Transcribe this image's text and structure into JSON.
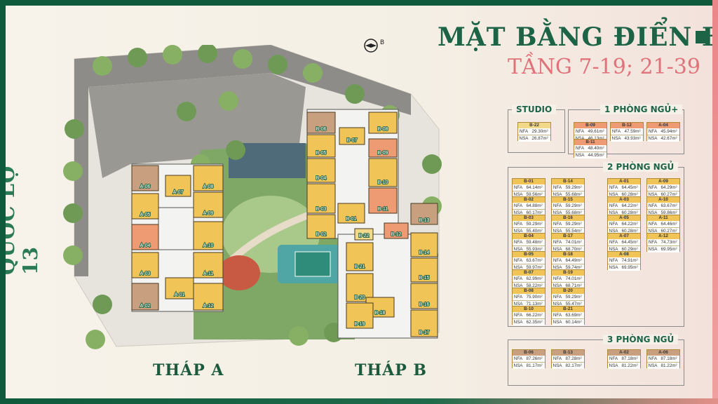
{
  "title": {
    "line1": "MẶT BẰNG ĐIỂN HÌNH",
    "line2": "TẦNG 7-19; 21-39"
  },
  "site": {
    "road_label": "QUỐC LỘ 13",
    "compass_label": "B",
    "tower_a_title": "THÁP A",
    "tower_b_title": "THÁP B",
    "units_a": [
      "A-06",
      "A-07",
      "A-08",
      "A-09",
      "A-05",
      "A-04",
      "A-10",
      "A-03",
      "A-11",
      "A-01",
      "A-02",
      "A-12"
    ],
    "units_b": [
      "B-06",
      "B-07",
      "B-08",
      "B-05",
      "B-09",
      "B-04",
      "B-10",
      "B-03",
      "B-11",
      "B-02",
      "B-01",
      "B-22",
      "B-12",
      "B-13",
      "B-14",
      "B-21",
      "B-15",
      "B-20",
      "B-16",
      "B-18",
      "B-19",
      "B-17"
    ]
  },
  "legend": {
    "studio": {
      "title": "STUDIO",
      "units": [
        {
          "code": "B-22",
          "nfa": "29.30m²",
          "nsa": "26.87m²"
        }
      ]
    },
    "one_br": {
      "title": "1 PHÒNG NGỦ+",
      "units": [
        {
          "code": "B-09",
          "nfa": "49.61m²",
          "nsa": "46.13m²"
        },
        {
          "code": "B-12",
          "nfa": "47.59m²",
          "nsa": "43.93m²"
        },
        {
          "code": "A-04",
          "nfa": "45.94m²",
          "nsa": "42.67m²"
        },
        {
          "code": "B-11",
          "nfa": "48.40m²",
          "nsa": "44.95m²"
        }
      ]
    },
    "two_br": {
      "title": "2 PHÒNG NGỦ",
      "units": [
        {
          "code": "B-01",
          "nfa": "64.14m²",
          "nsa": "59.56m²"
        },
        {
          "code": "B-14",
          "nfa": "59.29m²",
          "nsa": "55.68m²"
        },
        {
          "code": "A-01",
          "nfa": "64.45m²",
          "nsa": "60.28m²"
        },
        {
          "code": "A-09",
          "nfa": "64.29m²",
          "nsa": "60.27m²"
        },
        {
          "code": "B-02",
          "nfa": "64.88m²",
          "nsa": "60.17m²"
        },
        {
          "code": "B-15",
          "nfa": "59.29m²",
          "nsa": "55.68m²"
        },
        {
          "code": "A-03",
          "nfa": "64.22m²",
          "nsa": "60.28m²"
        },
        {
          "code": "A-10",
          "nfa": "63.67m²",
          "nsa": "59.86m²"
        },
        {
          "code": "B-03",
          "nfa": "59.29m²",
          "nsa": "55.40m²"
        },
        {
          "code": "B-16",
          "nfa": "59.29m²",
          "nsa": "55.54m²"
        },
        {
          "code": "A-05",
          "nfa": "64.22m²",
          "nsa": "60.28m²"
        },
        {
          "code": "A-11",
          "nfa": "64.46m²",
          "nsa": "60.27m²"
        },
        {
          "code": "B-04",
          "nfa": "59.48m²",
          "nsa": "55.93m²"
        },
        {
          "code": "B-17",
          "nfa": "74.01m²",
          "nsa": "68.70m²"
        },
        {
          "code": "A-07",
          "nfa": "64.45m²",
          "nsa": "60.29m²"
        },
        {
          "code": "A-12",
          "nfa": "74.73m²",
          "nsa": "69.95m²"
        },
        {
          "code": "B-05",
          "nfa": "63.67m²",
          "nsa": "59.97m²"
        },
        {
          "code": "B-18",
          "nfa": "64.49m²",
          "nsa": "59.74m²"
        },
        {
          "code": "A-08",
          "nfa": "74.91m²",
          "nsa": "69.95m²"
        },
        {
          "code": "B-07",
          "nfa": "62.99m²",
          "nsa": "58.22m²"
        },
        {
          "code": "B-19",
          "nfa": "74.01m²",
          "nsa": "68.71m²"
        },
        {
          "code": "B-08",
          "nfa": "75.90m²",
          "nsa": "71.13m²"
        },
        {
          "code": "B-20",
          "nfa": "59.29m²",
          "nsa": "55.47m²"
        },
        {
          "code": "B-10",
          "nfa": "66.22m²",
          "nsa": "62.35m²"
        },
        {
          "code": "B-21",
          "nfa": "63.69m²",
          "nsa": "60.14m²"
        }
      ]
    },
    "three_br": {
      "title": "3 PHÒNG NGỦ",
      "units": [
        {
          "code": "B-06",
          "nfa": "87.26m²",
          "nsa": "81.17m²"
        },
        {
          "code": "B-13",
          "nfa": "87.28m²",
          "nsa": "82.17m²"
        },
        {
          "code": "A-02",
          "nfa": "87.18m²",
          "nsa": "81.22m²"
        },
        {
          "code": "A-06",
          "nfa": "87.18m²",
          "nsa": "81.22m²"
        }
      ]
    },
    "nfa_label": "NFA",
    "nsa_label": "NSA"
  },
  "colors": {
    "studio": "#f3d98a",
    "one_br": "#ee9a72",
    "two_br": "#f0c457",
    "three_br": "#c8a07f",
    "brand_green": "#1d6447",
    "accent_pink": "#e0727a"
  }
}
